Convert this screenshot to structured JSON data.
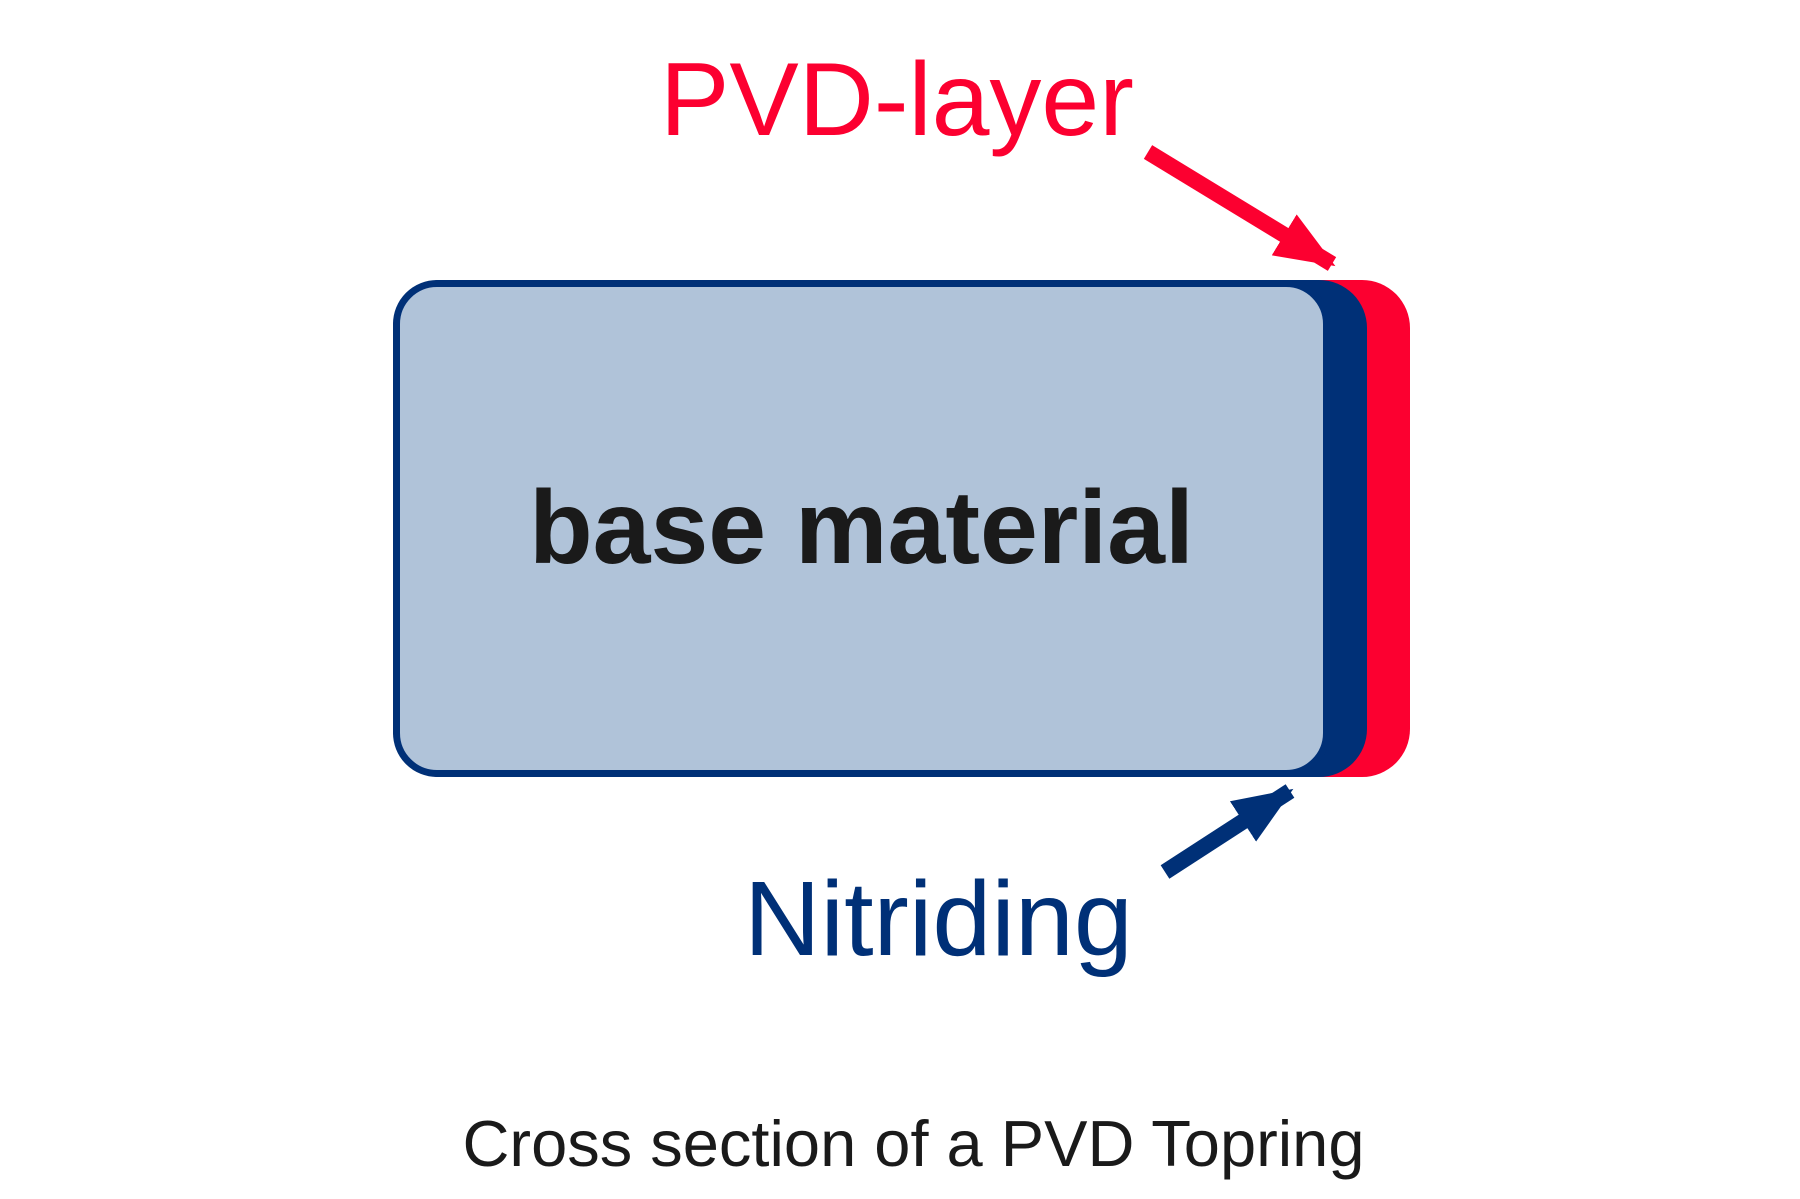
{
  "diagram": {
    "labels": {
      "pvd_layer": "PVD-layer",
      "nitriding": "Nitriding",
      "base_material": "base material"
    },
    "caption": "Cross section of a PVD Topring",
    "colors": {
      "pvd_red": "#fc0030",
      "nitriding_navy": "#003077",
      "base_fill": "#b0c3d9",
      "text_black": "#1a1a1a",
      "background": "#ffffff"
    }
  }
}
